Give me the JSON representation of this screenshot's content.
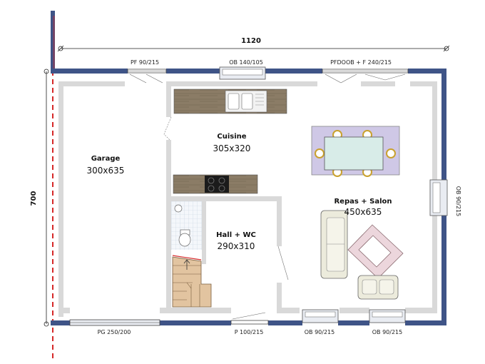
{
  "dimensions": {
    "width": "1120",
    "depth": "700"
  },
  "rooms": {
    "garage": {
      "name": "Garage",
      "size": "300x635"
    },
    "kitchen": {
      "name": "Cuisine",
      "size": "305x320"
    },
    "living": {
      "name": "Repas + Salon",
      "size": "450x635"
    },
    "hall": {
      "name": "Hall + WC",
      "size": "290x310"
    }
  },
  "openings": {
    "top_left": "PF 90/215",
    "top_middle": "OB 140/105",
    "top_right": "PFDOOB + F 240/215",
    "right_side": "OB 90/215",
    "bottom_garage": "PG 250/200",
    "bottom_door": "P 100/215",
    "bottom_window_1": "OB 90/215",
    "bottom_window_2": "OB 90/215"
  },
  "colors": {
    "exterior_wall": "#3f5487",
    "interior_wall": "#d9d9d9",
    "property_line": "#d62828",
    "wood_counter": "#8a7a63",
    "dining_rug": "#cfc8e6",
    "living_rug": "#ecd6dc",
    "stairs": "#e2c4a0",
    "sofa": "#ecebdc"
  }
}
